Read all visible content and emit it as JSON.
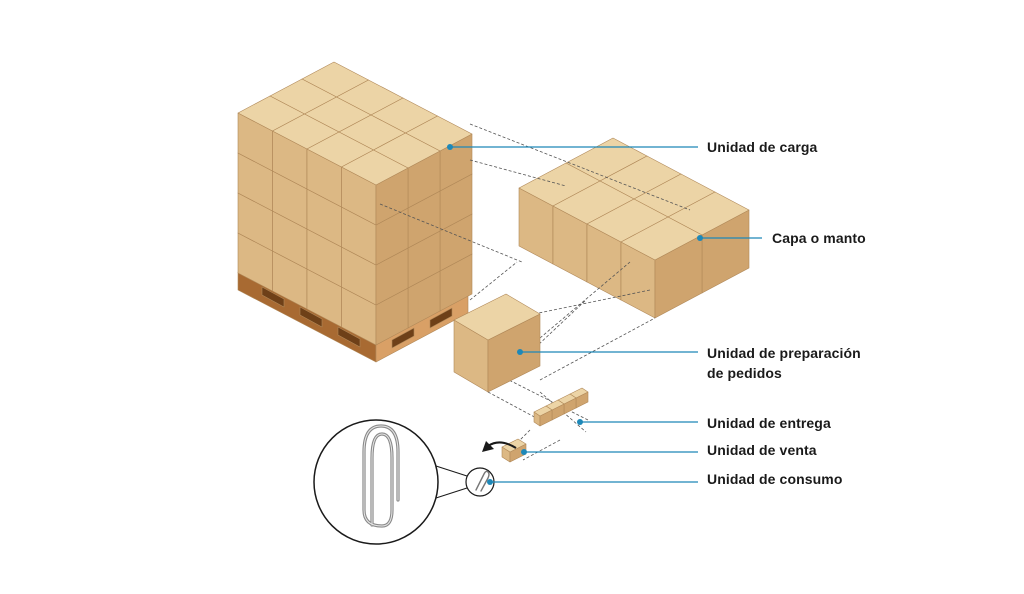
{
  "diagram": {
    "labels": [
      {
        "id": "unidad-carga",
        "lines": [
          "Unidad de carga"
        ]
      },
      {
        "id": "capa-manto",
        "lines": [
          "Capa o manto"
        ]
      },
      {
        "id": "unidad-preparacion",
        "lines": [
          "Unidad de preparación",
          "de pedidos"
        ]
      },
      {
        "id": "unidad-entrega",
        "lines": [
          "Unidad de entrega"
        ]
      },
      {
        "id": "unidad-venta",
        "lines": [
          "Unidad de venta"
        ]
      },
      {
        "id": "unidad-consumo",
        "lines": [
          "Unidad de consumo"
        ]
      }
    ],
    "colors": {
      "box_top": "#ecd4a6",
      "box_left": "#dcb884",
      "box_right": "#cfa46e",
      "edge": "#b08858",
      "pallet_wood": "#d9a066",
      "pallet_dark": "#a86a32",
      "leader_line": "#1e88b8",
      "dashed_line": "#555555",
      "text": "#1a1a1a"
    },
    "icons": [
      "paperclip-icon",
      "curved-arrow-icon"
    ]
  }
}
